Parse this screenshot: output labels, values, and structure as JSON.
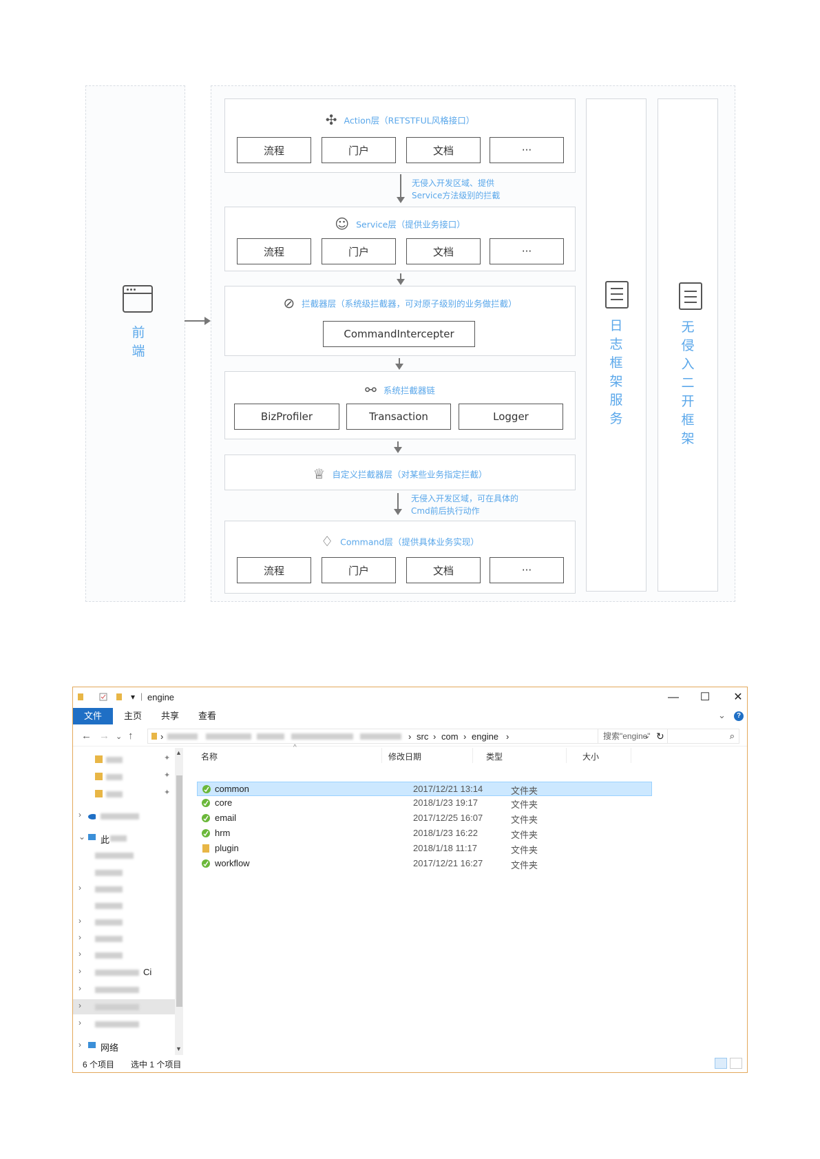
{
  "diagram": {
    "frontend_label": "前端",
    "layers": {
      "action": {
        "title": "Action层（RETSTFUL风格接口）",
        "icon": "action-layer-icon",
        "boxes": [
          "流程",
          "门户",
          "文档",
          "···"
        ]
      },
      "note1": [
        "无侵入开发区域、提供",
        "Service方法级别的拦截"
      ],
      "service": {
        "title": "Service层（提供业务接口）",
        "icon": "user-icon",
        "boxes": [
          "流程",
          "门户",
          "文档",
          "···"
        ]
      },
      "interceptor": {
        "title": "拦截器层（系统级拦截器，可对原子级别的业务做拦截）",
        "icon": "ban-icon",
        "box": "CommandIntercepter"
      },
      "chain": {
        "title": "系统拦截器链",
        "icon": "chain-icon",
        "boxes": [
          "BizProfiler",
          "Transaction",
          "Logger"
        ]
      },
      "custom": {
        "title": "自定义拦截器层（对某些业务指定拦截）",
        "icon": "shirt-icon"
      },
      "note2": [
        "无侵入开发区域，可在具体的",
        "Cmd前后执行动作"
      ],
      "command": {
        "title": "Command层（提供具体业务实现）",
        "icon": "bulb-icon",
        "boxes": [
          "流程",
          "门户",
          "文档",
          "···"
        ]
      }
    },
    "side_log": "日志框架服务",
    "side_nonintrusive": "无侵入二开框架"
  },
  "explorer": {
    "window_title": "engine",
    "title_separator": "|",
    "qa_dropdown": "▾",
    "window_controls": {
      "minimize": "—",
      "maximize": "☐",
      "close": "✕"
    },
    "ribbon_tabs": [
      "文件",
      "主页",
      "共享",
      "查看"
    ],
    "ribbon_collapse": "⌄",
    "help": "?",
    "nav_buttons": {
      "back": "←",
      "forward": "→",
      "recent": "⌄",
      "up": "↑"
    },
    "breadcrumbs": [
      "src",
      "com",
      "engine"
    ],
    "crumb_sep": "›",
    "address_dropdown": "⌄",
    "refresh": "↻",
    "search_placeholder": "搜索\"engine\"",
    "search_icon_glyph": "⌕",
    "columns": [
      "名称",
      "修改日期",
      "类型",
      "大小"
    ],
    "sort_indicator": "^",
    "files": [
      {
        "name": "common",
        "modified": "2017/12/21 13:14",
        "type": "文件夹",
        "selected": true
      },
      {
        "name": "core",
        "modified": "2018/1/23 19:17",
        "type": "文件夹"
      },
      {
        "name": "email",
        "modified": "2017/12/25 16:07",
        "type": "文件夹"
      },
      {
        "name": "hrm",
        "modified": "2018/1/23 16:22",
        "type": "文件夹"
      },
      {
        "name": "plugin",
        "modified": "2018/1/18 11:17",
        "type": "文件夹"
      },
      {
        "name": "workflow",
        "modified": "2017/12/21 16:27",
        "type": "文件夹"
      }
    ],
    "nav_pane": {
      "this_pc": "此",
      "network": "网络",
      "truncated_suffix": "Ci",
      "pin_glyph": "✦"
    },
    "status": {
      "item_count": "6 个项目",
      "selected": "选中 1 个项目"
    },
    "colors": {
      "file_tab": "#1f6fc5",
      "selection": "#cce8ff",
      "window_border": "#e3a85a"
    }
  }
}
